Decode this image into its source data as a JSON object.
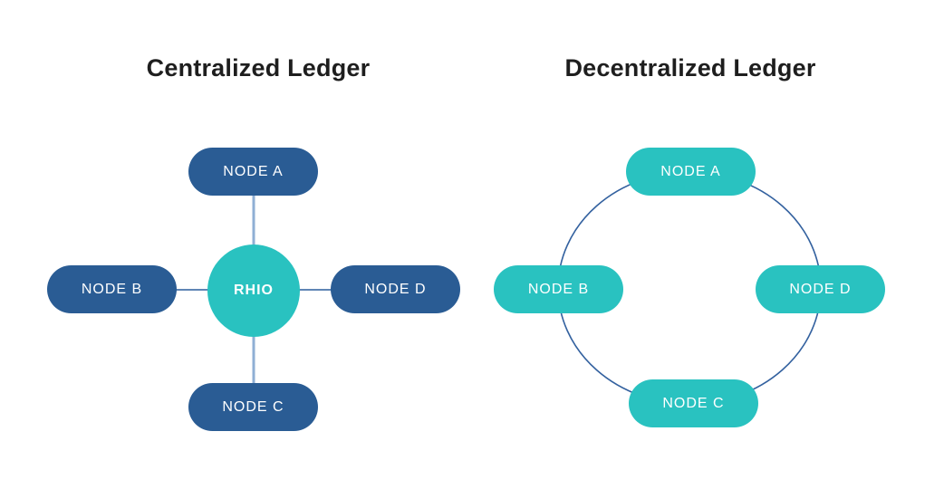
{
  "colors": {
    "background": "#ffffff",
    "node_dark_blue": "#2a5c94",
    "node_teal": "#29c2c0",
    "spoke_vertical": "#8fafd4",
    "spoke_horizontal": "#5f85b5",
    "ring_stroke": "#33619f",
    "title_text": "#1e1e1e",
    "node_label_text": "#ffffff"
  },
  "centralized": {
    "title": "Centralized Ledger",
    "hub": {
      "label": "RHIO"
    },
    "nodes": [
      {
        "label": "NODE A",
        "position": "top"
      },
      {
        "label": "NODE B",
        "position": "left"
      },
      {
        "label": "NODE D",
        "position": "right"
      },
      {
        "label": "NODE C",
        "position": "bottom"
      }
    ]
  },
  "decentralized": {
    "title": "Decentralized Ledger",
    "nodes": [
      {
        "label": "NODE A",
        "position": "top"
      },
      {
        "label": "NODE B",
        "position": "left"
      },
      {
        "label": "NODE D",
        "position": "right"
      },
      {
        "label": "NODE C",
        "position": "bottom"
      }
    ]
  }
}
